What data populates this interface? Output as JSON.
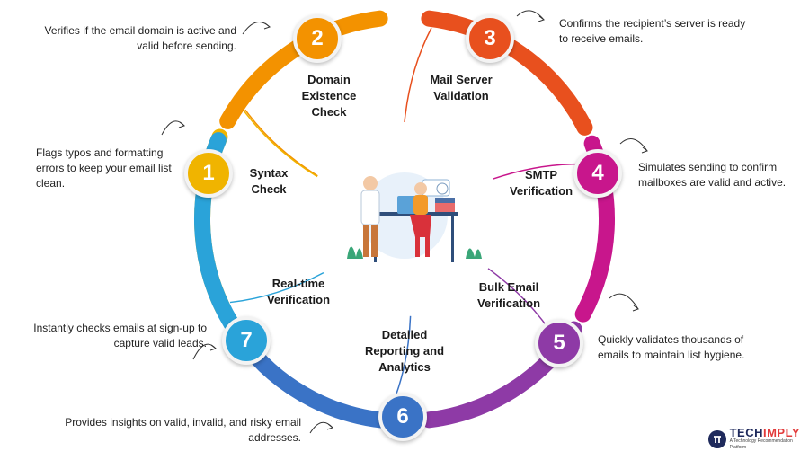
{
  "colors": {
    "s1": "#f0b400",
    "s2": "#f39200",
    "s3": "#e8501e",
    "s4": "#c8168c",
    "s5": "#8e3aa6",
    "s6": "#3a73c6",
    "s7": "#2aa3d9",
    "logo_navy": "#1f2a5c",
    "logo_red": "#e23b3b"
  },
  "steps": [
    {
      "number": "1",
      "title": "Syntax\nCheck",
      "description": "Flags typos and formatting errors to keep your email list clean."
    },
    {
      "number": "2",
      "title": "Domain\nExistence\nCheck",
      "description": "Verifies if the email domain is active and valid before sending."
    },
    {
      "number": "3",
      "title": "Mail Server\nValidation",
      "description": "Confirms the recipient’s server is ready to receive emails."
    },
    {
      "number": "4",
      "title": "SMTP\nVerification",
      "description": "Simulates sending to confirm mailboxes are valid and active."
    },
    {
      "number": "5",
      "title": "Bulk Email\nVerification",
      "description": "Quickly validates thousands of emails to maintain list hygiene."
    },
    {
      "number": "6",
      "title": "Detailed\nReporting and\nAnalytics",
      "description": "Provides insights on valid, invalid, and risky email addresses."
    },
    {
      "number": "7",
      "title": "Real-time\nVerification",
      "description": "Instantly checks emails at sign-up to capture valid leads."
    }
  ],
  "logo": {
    "tech": "TECH",
    "imply": "IMPLY",
    "tagline": "A Technology Recommendation Platform"
  }
}
